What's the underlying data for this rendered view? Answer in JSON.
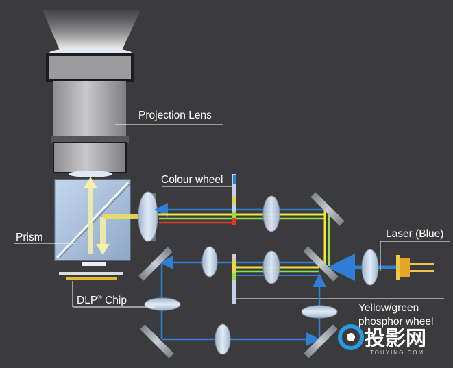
{
  "labels": {
    "projection_lens": "Projection Lens",
    "colour_wheel": "Colour wheel",
    "prism": "Prism",
    "laser": "Laser (Blue)",
    "dlp_chip_prefix": "DLP",
    "dlp_chip_reg": "®",
    "dlp_chip_suffix": " Chip",
    "phosphor_line1": "Yellow/green",
    "phosphor_line2": "phosphor wheel"
  },
  "watermark": {
    "brand": "投影网",
    "domain": "TOUYING.COM"
  },
  "colors": {
    "background": "#3b3b3d",
    "blue_beam": "#2f7fd6",
    "yellow_beam": "#f2e23a",
    "green_beam": "#8fe24a",
    "red_beam": "#e23a2a",
    "lens_glass": "#b7c6da",
    "mirror": "#9aa0a8"
  }
}
